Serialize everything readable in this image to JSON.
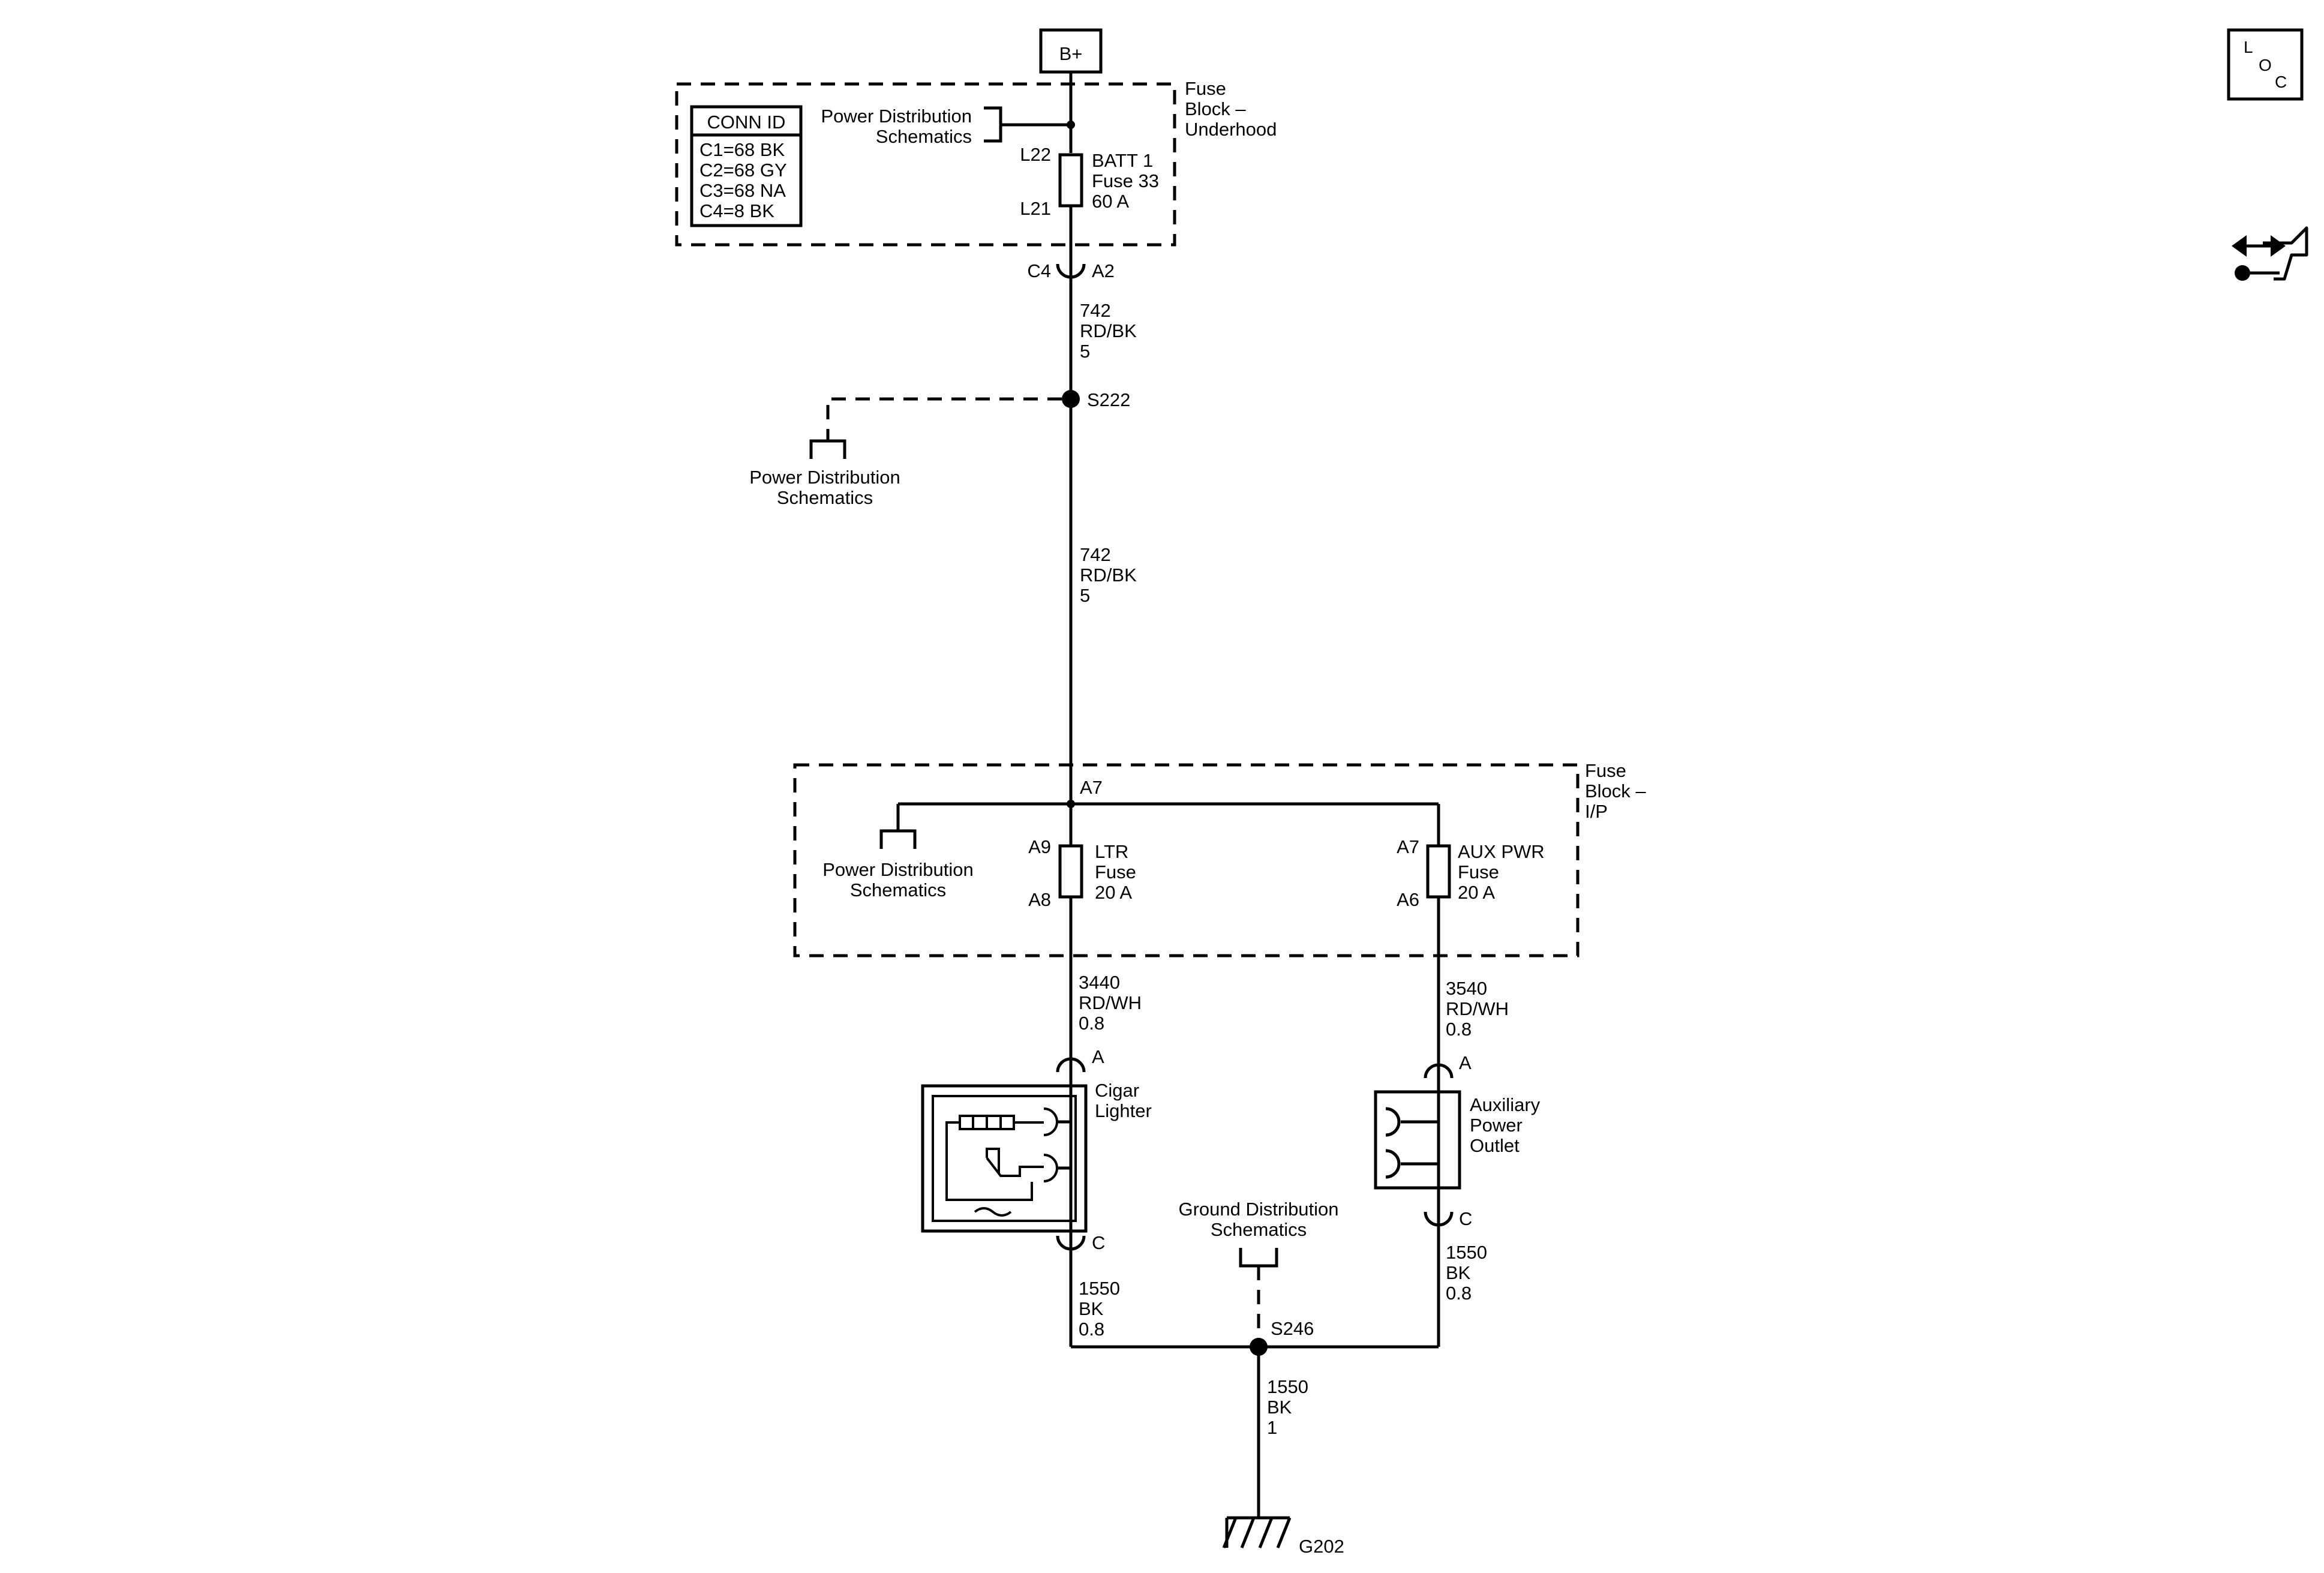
{
  "power_source": {
    "label": "B+"
  },
  "conn_id": {
    "header": "CONN ID",
    "rows": [
      "C1=68 BK",
      "C2=68 GY",
      "C3=68 NA",
      "C4=8 BK"
    ]
  },
  "fuse_block_underhood": {
    "title_lines": [
      "Fuse",
      "Block –",
      "Underhood"
    ],
    "ref_lines": [
      "Power Distribution",
      "Schematics"
    ],
    "fuse": {
      "in_pin": "L22",
      "out_pin": "L21",
      "lines": [
        "BATT 1",
        "Fuse 33",
        "60 A"
      ]
    }
  },
  "connector_c4": {
    "left": "C4",
    "right": "A2"
  },
  "wire_742_upper": [
    "742",
    "RD/BK",
    "5"
  ],
  "splice_s222": {
    "label": "S222",
    "ref_lines": [
      "Power Distribution",
      "Schematics"
    ]
  },
  "wire_742_lower": [
    "742",
    "RD/BK",
    "5"
  ],
  "fuse_block_ip": {
    "title_lines": [
      "Fuse",
      "Block –",
      "I/P"
    ],
    "bus_pin": "A7",
    "ref_lines": [
      "Power Distribution",
      "Schematics"
    ],
    "ltr_fuse": {
      "in_pin": "A9",
      "out_pin": "A8",
      "lines": [
        "LTR",
        "Fuse",
        "20 A"
      ]
    },
    "aux_fuse": {
      "in_pin": "A7",
      "out_pin": "A6",
      "lines": [
        "AUX PWR",
        "Fuse",
        "20 A"
      ]
    }
  },
  "wire_3440": [
    "3440",
    "RD/WH",
    "0.8"
  ],
  "wire_3540": [
    "3540",
    "RD/WH",
    "0.8"
  ],
  "cigar_lighter": {
    "pin_a": "A",
    "pin_c": "C",
    "lines": [
      "Cigar",
      "Lighter"
    ]
  },
  "aux_outlet": {
    "pin_a": "A",
    "pin_c": "C",
    "lines": [
      "Auxiliary",
      "Power",
      "Outlet"
    ]
  },
  "wire_1550_left": [
    "1550",
    "BK",
    "0.8"
  ],
  "wire_1550_right": [
    "1550",
    "BK",
    "0.8"
  ],
  "ground_ref": {
    "lines": [
      "Ground Distribution",
      "Schematics"
    ]
  },
  "splice_s246": {
    "label": "S246"
  },
  "wire_1550_ground": [
    "1550",
    "BK",
    "1"
  ],
  "ground_g202": {
    "label": "G202"
  },
  "loc_icon": {
    "letters": [
      "L",
      "O",
      "C"
    ]
  },
  "icons": {
    "locator": "loc-icon",
    "connector_view": "connector-view-icon"
  }
}
